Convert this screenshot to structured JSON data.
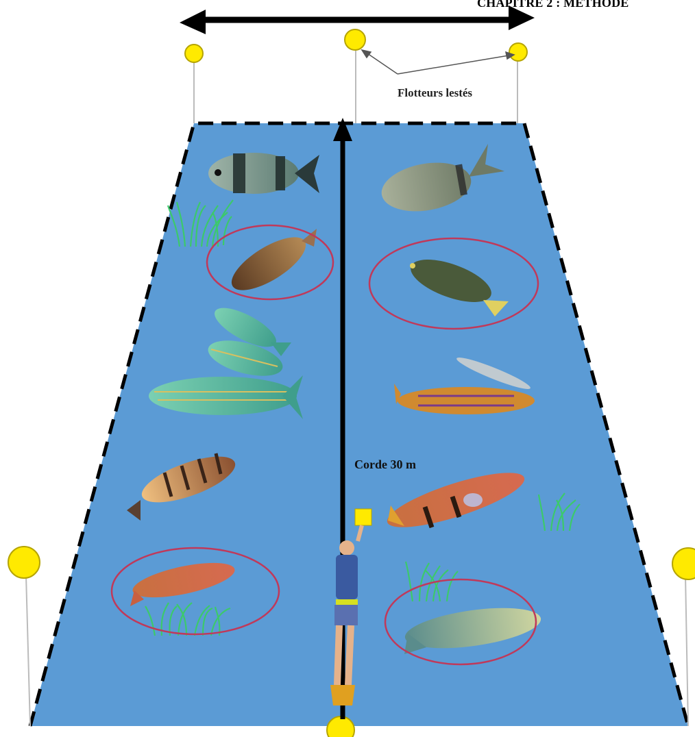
{
  "header": {
    "text": "CHAPITRE 2 : METHODE"
  },
  "labels": {
    "floats": "Flotteurs lestés",
    "rope": "Corde 30 m"
  },
  "colors": {
    "water": "#5b9bd5",
    "float": "#ffea00",
    "circle": "#c0395a",
    "seagrass": "#3cc96b"
  }
}
